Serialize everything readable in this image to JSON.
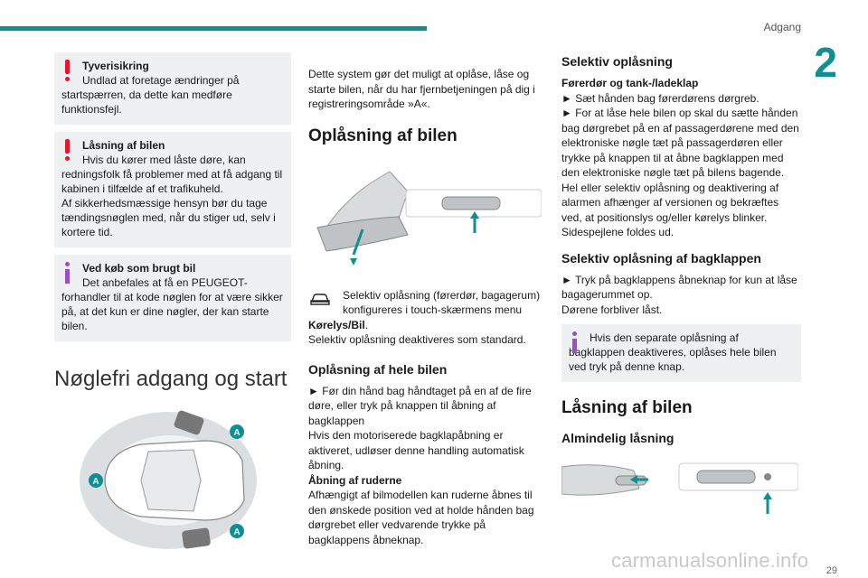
{
  "header": {
    "section": "Adgang",
    "chapter": "2"
  },
  "footer": {
    "page": "29",
    "watermark": "carmanualsonline.info"
  },
  "col1": {
    "note1": {
      "title": "Tyverisikring",
      "text": "Undlad at foretage ændringer på startspærren, da dette kan medføre funktionsfejl."
    },
    "note2": {
      "title": "Låsning af bilen",
      "text1": "Hvis du kører med låste døre, kan redningsfolk få problemer med at få adgang til kabinen i tilfælde af et trafikuheld.",
      "text2": "Af sikkerhedsmæssige hensyn bør du tage tændingsnøglen med, når du stiger ud, selv i kortere tid."
    },
    "note3": {
      "title": "Ved køb som brugt bil",
      "text": "Det anbefales at få en PEUGEOT-forhandler til at kode nøglen for at være sikker på, at det kun er dine nøgler, der kan starte bilen."
    },
    "section_title": "Nøglefri adgang og start",
    "zone_label": "A"
  },
  "col2": {
    "intro": "Dette system gør det muligt at oplåse, låse og starte bilen, når du har fjernbetjeningen på dig i registreringsområde »A«.",
    "h_unlock": "Oplåsning af bilen",
    "selective_text": "Selektiv oplåsning (førerdør, bagagerum) konfigureres i touch-skærmens menu",
    "menu_path": "Kørelys/Bil",
    "menu_end": ".",
    "selective_default": "Selektiv oplåsning deaktiveres som standard.",
    "h_whole": "Oplåsning af hele bilen",
    "whole_text": "► Før din hånd bag håndtaget på en af de fire døre, eller tryk på knappen til åbning af bagklappen",
    "motor_text": "Hvis den motoriserede bagklapåbning er aktiveret, udløser denne handling automatisk åbning.",
    "windows_title": "Åbning af ruderne",
    "windows_text": "Afhængigt af bilmodellen kan ruderne åbnes til den ønskede position ved at holde hånden bag dørgrebet eller vedvarende trykke på bagklappens åbneknap."
  },
  "col3": {
    "h_selective": "Selektiv oplåsning",
    "sub_driver": "Førerdør og tank-/ladeklap",
    "step1": "► Sæt hånden bag førerdørens dørgreb.",
    "step2": "► For at låse hele bilen op skal du sætte hånden bag dørgrebet på en af passagerdørene med den elektroniske nøgle tæt på passagerdøren eller trykke på knappen til at åbne bagklappen med den elektroniske nøgle tæt på bilens bagende.",
    "hel_text": "Hel eller selektiv oplåsning og deaktivering af alarmen afhænger af versionen og bekræftes ved, at positionslys og/eller kørelys blinker.",
    "mirrors": "Sidespejlene foldes ud.",
    "h_tailgate": "Selektiv oplåsning af bagklappen",
    "tail_step": "► Tryk på bagklappens åbneknap for kun at låse bagagerummet op.",
    "tail_doors": "Dørene forbliver låst.",
    "note_text": "Hvis den separate oplåsning af bagklappen deaktiveres, oplåses hele bilen ved tryk på denne knap.",
    "h_lock": "Låsning af bilen",
    "h_normal": "Almindelig låsning"
  },
  "colors": {
    "accent": "#0f8e94",
    "warning": "#e3162a",
    "info": "#9b4fc2",
    "note_bg": "#eef0f1"
  }
}
